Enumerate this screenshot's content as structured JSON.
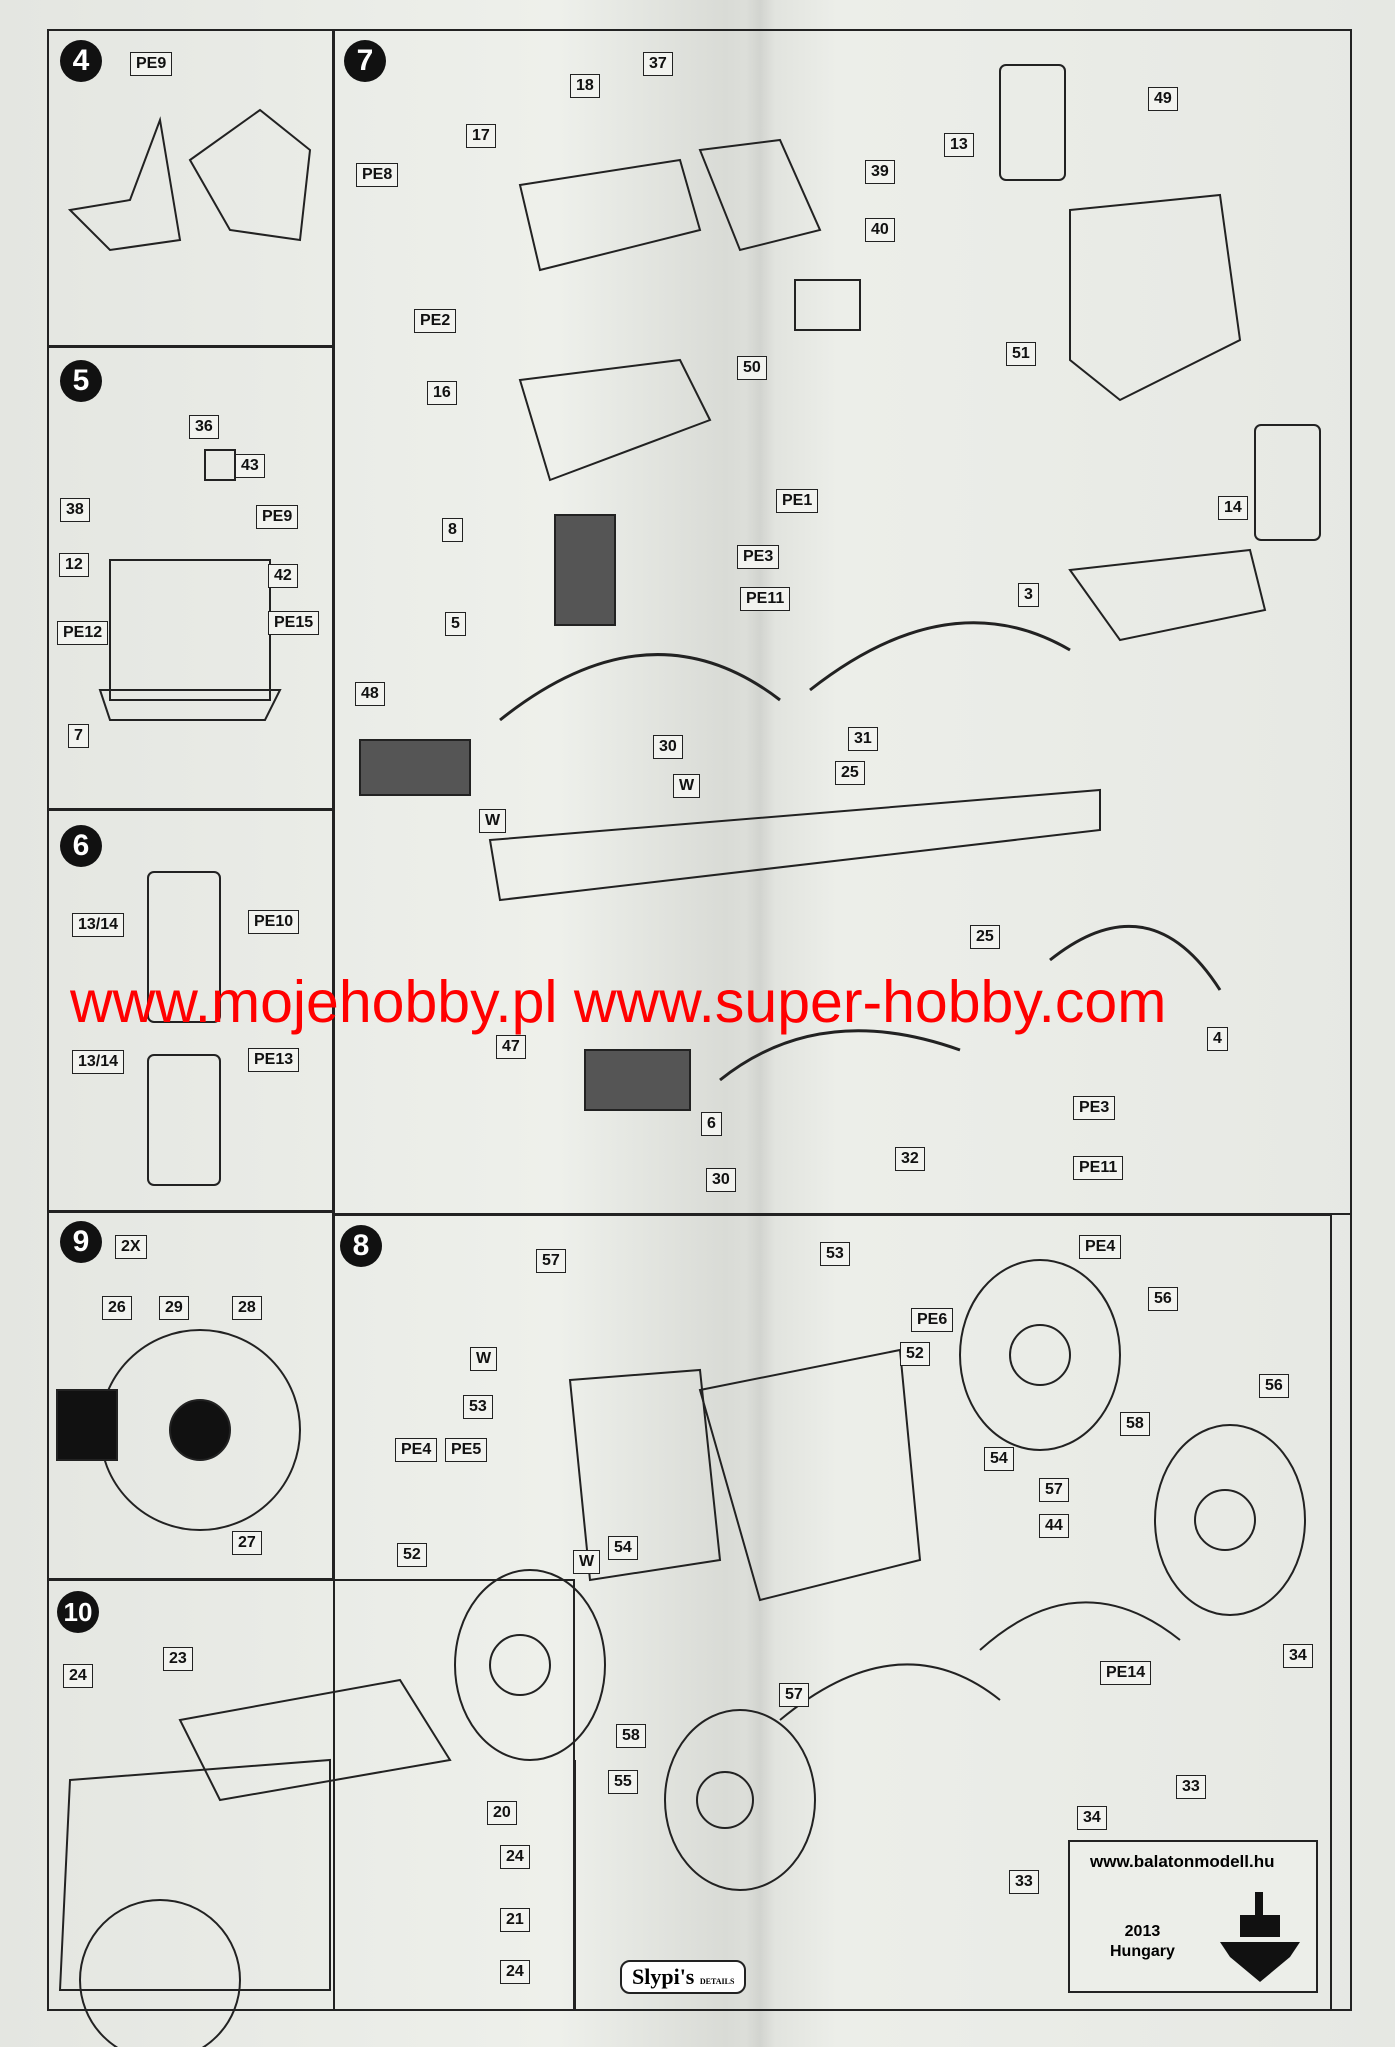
{
  "steps": {
    "s4": {
      "number": "4",
      "labels": [
        "PE9"
      ]
    },
    "s5": {
      "number": "5",
      "labels": [
        "36",
        "43",
        "PE9",
        "38",
        "12",
        "42",
        "PE12",
        "PE15",
        "7"
      ]
    },
    "s6": {
      "number": "6",
      "labels": [
        "13/14",
        "PE10",
        "13/14",
        "PE13"
      ]
    },
    "s9": {
      "number": "9",
      "labels": [
        "2X",
        "26",
        "29",
        "28",
        "27"
      ]
    },
    "s10": {
      "number": "10",
      "labels": [
        "24",
        "23",
        "20",
        "24",
        "21",
        "24"
      ]
    },
    "s7": {
      "number": "7",
      "labels": [
        "37",
        "18",
        "17",
        "PE8",
        "39",
        "40",
        "49",
        "13",
        "PE2",
        "16",
        "50",
        "51",
        "PE1",
        "14",
        "8",
        "PE3",
        "PE11",
        "3",
        "5",
        "48",
        "30",
        "31",
        "25",
        "W",
        "W",
        "25",
        "47",
        "4",
        "6",
        "PE3",
        "PE11",
        "32",
        "30"
      ]
    },
    "s8": {
      "number": "8",
      "labels": [
        "57",
        "53",
        "PE4",
        "PE6",
        "52",
        "56",
        "56",
        "W",
        "53",
        "58",
        "54",
        "PE4",
        "PE5",
        "57",
        "44",
        "52",
        "W",
        "54",
        "34",
        "PE14",
        "57",
        "58",
        "55",
        "34",
        "33",
        "33"
      ]
    }
  },
  "watermark": "www.mojehobby.pl www.super-hobby.com",
  "footer": {
    "url": "www.balatonmodell.hu",
    "year": "2013",
    "country": "Hungary",
    "brand": "Slypi's",
    "brand_sub": "DETAILS"
  },
  "colors": {
    "watermark": "#ff0000",
    "ink": "#222222",
    "paper": "#e9ebe6"
  }
}
